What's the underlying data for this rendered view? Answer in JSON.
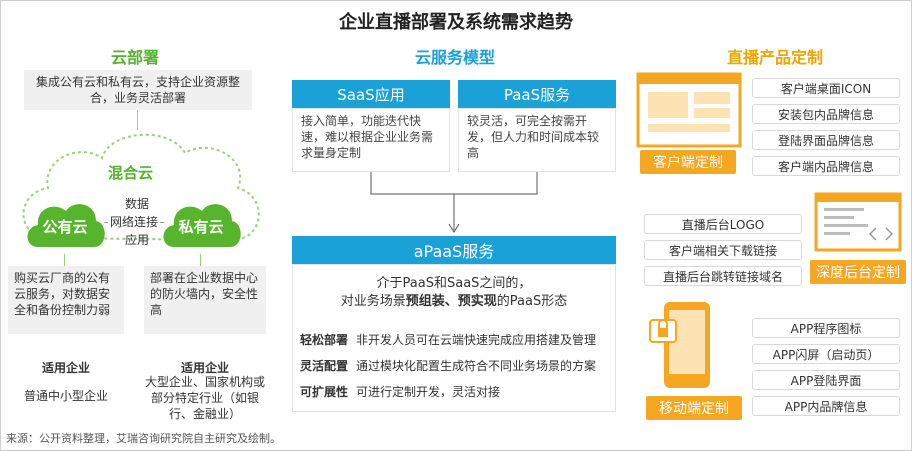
{
  "title": "企业直播部署及系统需求趋势",
  "cloud_deploy": {
    "heading": "云部署",
    "intro": "集成公有云和私有云，支持企业资源整合，业务灵活部署",
    "hybrid_label": "混合云",
    "public_label": "公有云",
    "private_label": "私有云",
    "link_top": "数据",
    "link_mid": "网络连接",
    "link_bottom": "应用",
    "public_desc": "购买云厂商的公有云服务，对数据安全和备份控制力弱",
    "private_desc": "部署在企业数据中心的防火墙内，安全性高",
    "suitable_title_left": "适用企业",
    "suitable_left": "普通中小型企业",
    "suitable_title_right": "适用企业",
    "suitable_right": "大型企业、国家机构或部分特定行业（如银行、金融业）"
  },
  "service_model": {
    "heading": "云服务模型",
    "saas_title": "SaaS应用",
    "saas_desc": "接入简单，功能迭代快速，难以根据企业业务需求量身定制",
    "paas_title": "PaaS服务",
    "paas_desc": "较灵活，可完全按需开发，但人力和时间成本较高",
    "apaas_title": "aPaaS服务",
    "apaas_line1": "介于PaaS和SaaS之间的，",
    "apaas_line2_a": "对业务场景",
    "apaas_line2_b": "预组装、预实现",
    "apaas_line2_c": "的PaaS形态",
    "features": [
      {
        "label": "轻松部署",
        "desc": "非开发人员可在云端快速完成应用搭建及管理"
      },
      {
        "label": "灵活配置",
        "desc": "通过模块化配置生成符合不同业务场景的方案"
      },
      {
        "label": "可扩展性",
        "desc": "可进行定制开发，灵活对接"
      }
    ]
  },
  "product_custom": {
    "heading": "直播产品定制",
    "client_badge": "客户端定制",
    "client_items": [
      "客户端桌面ICON",
      "安装包内品牌信息",
      "登陆界面品牌信息",
      "客户端内品牌信息"
    ],
    "backend_badge": "深度后台定制",
    "backend_items": [
      "直播后台LOGO",
      "客户端相关下载链接",
      "直播后台跳转链接域名"
    ],
    "mobile_badge": "移动端定制",
    "mobile_items": [
      "APP程序图标",
      "APP闪屏（启动页）",
      "APP登陆界面",
      "APP内品牌信息"
    ]
  },
  "source": "来源：公开资料整理，艾瑞咨询研究院自主研究及绘制。",
  "colors": {
    "green": "#54b22c",
    "blue": "#1aa1d8",
    "orange": "#f5a623"
  }
}
